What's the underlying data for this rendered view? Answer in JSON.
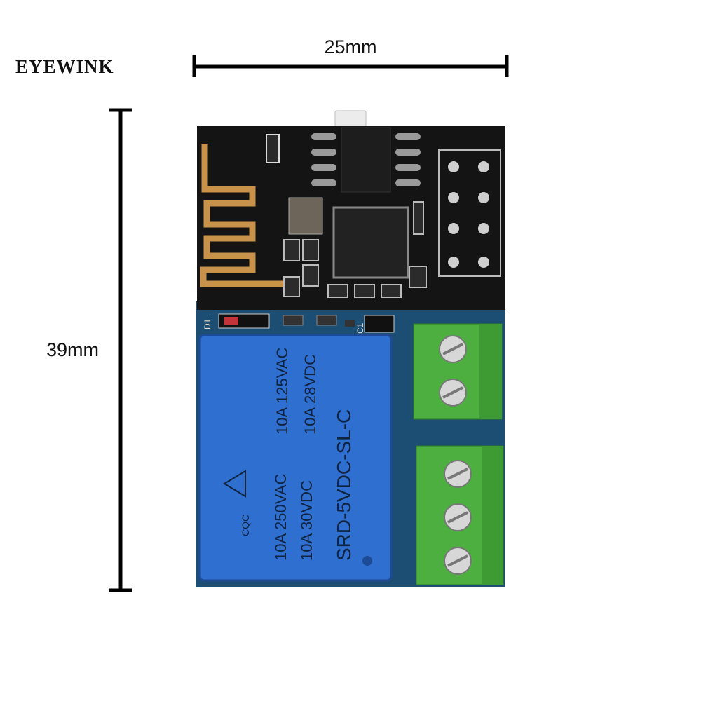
{
  "brand": {
    "text": "EYEWINK"
  },
  "dimensions": {
    "width_label": "25mm",
    "height_label": "39mm"
  },
  "silkscreen": {
    "diode": "D1",
    "capacitor": "C1"
  },
  "relay": {
    "line1": "10A 125VAC",
    "line2": "10A 28VDC",
    "line3": "SRD-5VDC-SL-C",
    "line4": "10A 250VAC",
    "line5": "10A 30VDC",
    "cert": "CQC"
  },
  "colors": {
    "pcb": "#1c4e73",
    "relay": "#2f6fcf",
    "module": "#141414",
    "antenna": "#c9924a",
    "terminal": "#4caf3f"
  }
}
